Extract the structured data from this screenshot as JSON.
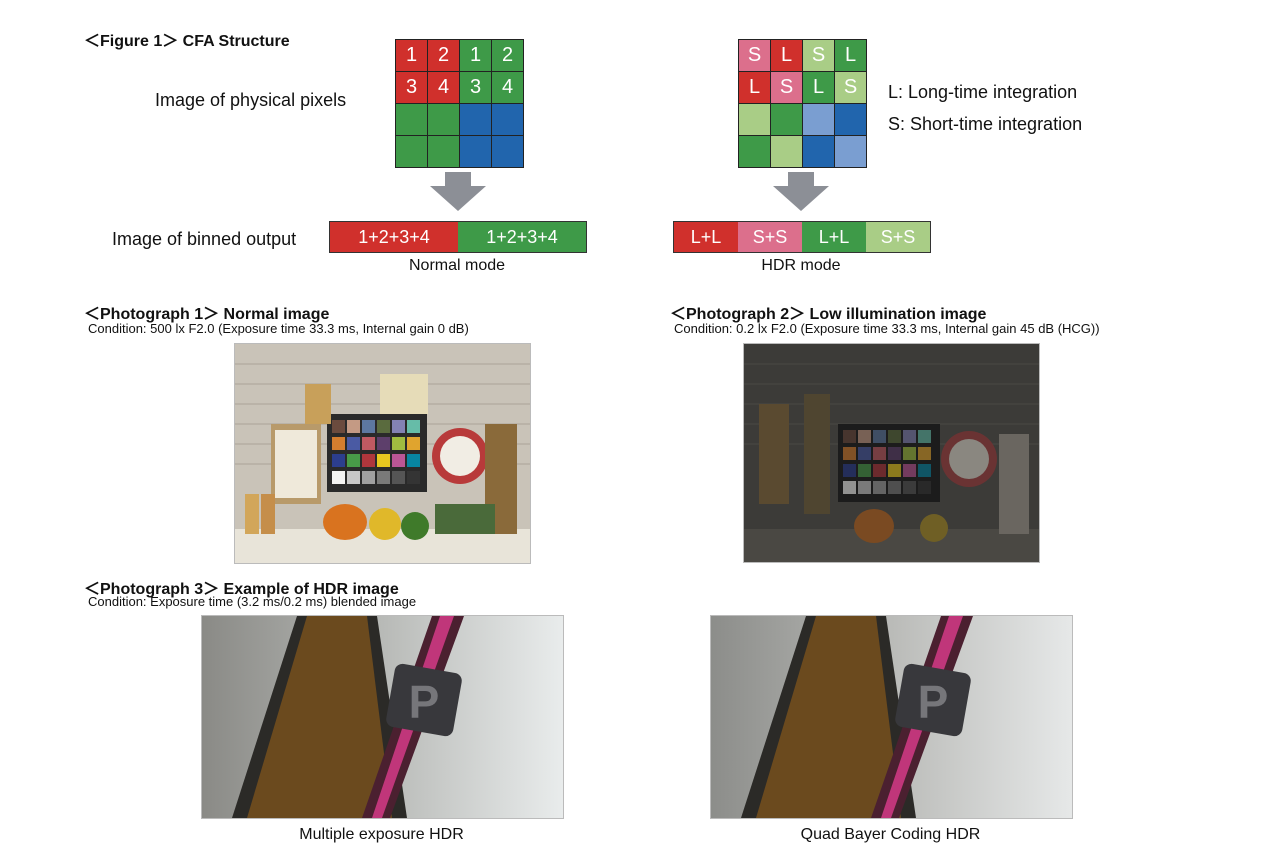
{
  "figure1": {
    "heading": "＜Figure 1＞ CFA Structure",
    "physical_label": "Image of physical pixels",
    "binned_label": "Image of binned output",
    "normal_grid": [
      [
        "1",
        "2",
        "1",
        "2"
      ],
      [
        "3",
        "4",
        "3",
        "4"
      ],
      [
        "",
        "",
        "",
        ""
      ],
      [
        "",
        "",
        "",
        ""
      ]
    ],
    "hdr_grid": [
      [
        "S",
        "L",
        "S",
        "L"
      ],
      [
        "L",
        "S",
        "L",
        "S"
      ],
      [
        "",
        "",
        "",
        ""
      ],
      [
        "",
        "",
        "",
        ""
      ]
    ],
    "legend_L": "L: Long-time integration",
    "legend_S": "S: Short-time integration",
    "normal_binned": [
      "1+2+3+4",
      "1+2+3+4"
    ],
    "hdr_binned": [
      "L+L",
      "S+S",
      "L+L",
      "S+S"
    ],
    "normal_caption": "Normal mode",
    "hdr_caption": "HDR mode",
    "colors": {
      "red": "#d0302c",
      "pink": "#dc6f8c",
      "green": "#3e9a48",
      "light_green": "#a9cd86",
      "blue": "#2165ad",
      "light_blue": "#7a9ed1",
      "arrow": "#8c8f96"
    }
  },
  "photo1": {
    "heading": "＜Photograph 1＞ Normal image",
    "condition": "Condition: 500 lx F2.0 (Exposure time 33.3 ms, Internal gain 0 dB)"
  },
  "photo2": {
    "heading": "＜Photograph 2＞ Low illumination image",
    "condition": "Condition: 0.2 lx F2.0 (Exposure time 33.3 ms, Internal gain 45 dB (HCG))"
  },
  "photo3": {
    "heading": "＜Photograph 3＞ Example of HDR image",
    "condition": "Condition: Exposure time (3.2 ms/0.2 ms) blended image",
    "left_caption": "Multiple exposure HDR",
    "right_caption": "Quad Bayer Coding HDR",
    "badge_letter": "P"
  }
}
